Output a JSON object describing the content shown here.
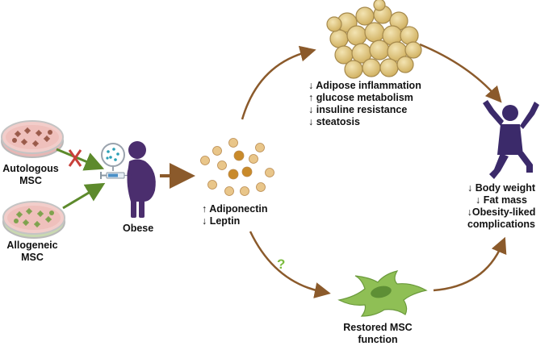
{
  "labels": {
    "autologous": [
      "Autologous",
      "MSC"
    ],
    "allogeneic": [
      "Allogeneic",
      "MSC"
    ],
    "obese": "Obese",
    "adipo_effects": [
      "↓ Adipose  inflammation",
      "↑ glucose metabolism",
      "↓ insuline resistance",
      "↓ steatosis"
    ],
    "hormone_effects": [
      "↑ Adiponectin",
      "↓ Leptin"
    ],
    "outcomes": [
      "↓ Body weight",
      "↓ Fat mass",
      "↓Obesity-liked",
      "complications"
    ],
    "restored": [
      "Restored MSC",
      "function"
    ],
    "question": "?"
  },
  "colors": {
    "arrow_brown": "#8b5a2b",
    "arrow_green": "#5d8a2c",
    "cross_red": "#c8403a",
    "figure_purple": "#4b2e6e",
    "question_green": "#7cbc3f",
    "fat_cell": "#dcc07a",
    "adipokine_dark": "#c98a2a",
    "adipokine_light": "#e9c68a",
    "msc_green": "#8fbf55"
  },
  "icons": [
    "petri-dish-icon",
    "pregnant-obese-person-icon",
    "syringe-icon",
    "magnifier-icon",
    "adipose-tissue-icon",
    "adipokine-dots-icon",
    "msc-cell-icon",
    "happy-person-icon"
  ]
}
